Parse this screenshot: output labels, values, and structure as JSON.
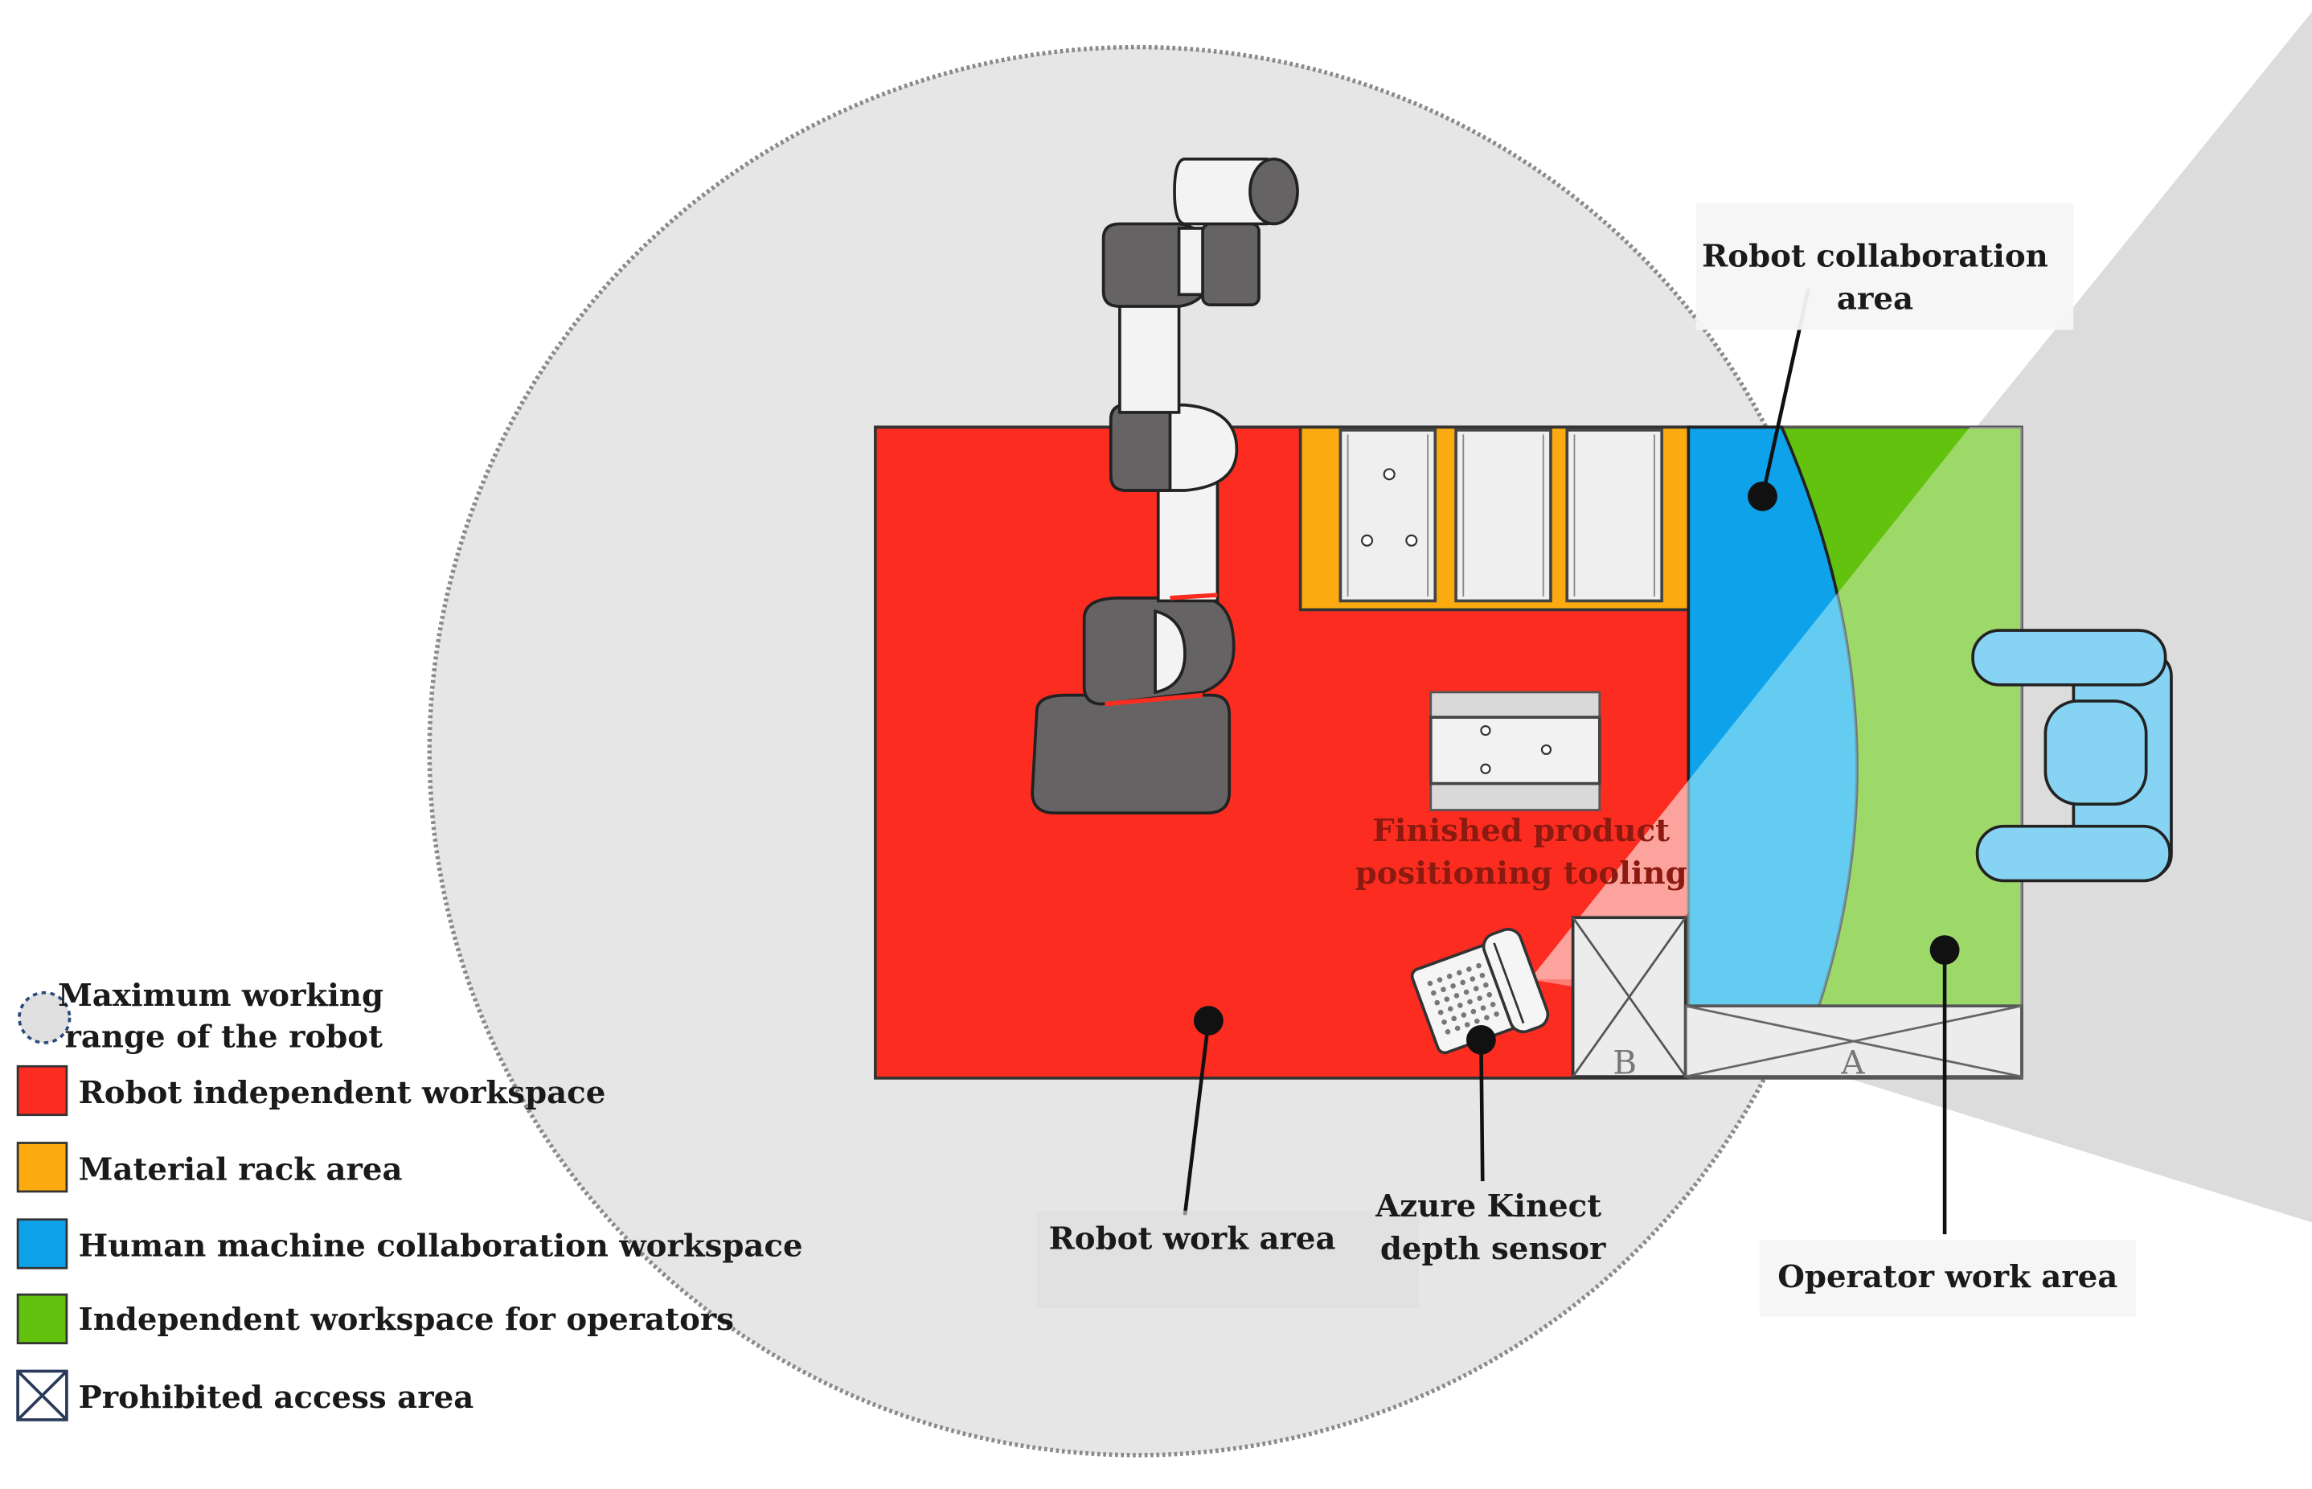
{
  "labels": {
    "robot_collab_line1": "Robot collaboration",
    "robot_collab_line2": "area",
    "finished_line1": "Finished product",
    "finished_line2": "positioning tooling",
    "robot_work_area": "Robot work area",
    "kinect_line1": "Azure Kinect",
    "kinect_line2": "depth sensor",
    "operator_work_area": "Operator work area",
    "zone_b": "B",
    "zone_a": "A"
  },
  "legend": {
    "max_range_line1": "Maximum working",
    "max_range_line2": "range of the robot",
    "items": [
      {
        "label": "Robot independent workspace",
        "color": "#fc2d20"
      },
      {
        "label": "Material rack area",
        "color": "#fbaa10"
      },
      {
        "label": "Human machine collaboration workspace",
        "color": "#0ea2ea"
      },
      {
        "label": "Independent workspace for operators",
        "color": "#62c20e"
      },
      {
        "label": "Prohibited access area",
        "color": "#ffffff",
        "icon": "crossed-box-icon"
      }
    ]
  },
  "colors": {
    "robot_zone": "#fc2d20",
    "material_rack": "#fbaa10",
    "collaboration": "#0ea2ea",
    "operator_zone": "#62c20e",
    "operator_zone_faded": "#a7cd6f",
    "range_circle": "#e6e6e6",
    "robot_dark": "#666364",
    "robot_light": "#f3f3f3",
    "operator_seat": "#87d3f3"
  }
}
